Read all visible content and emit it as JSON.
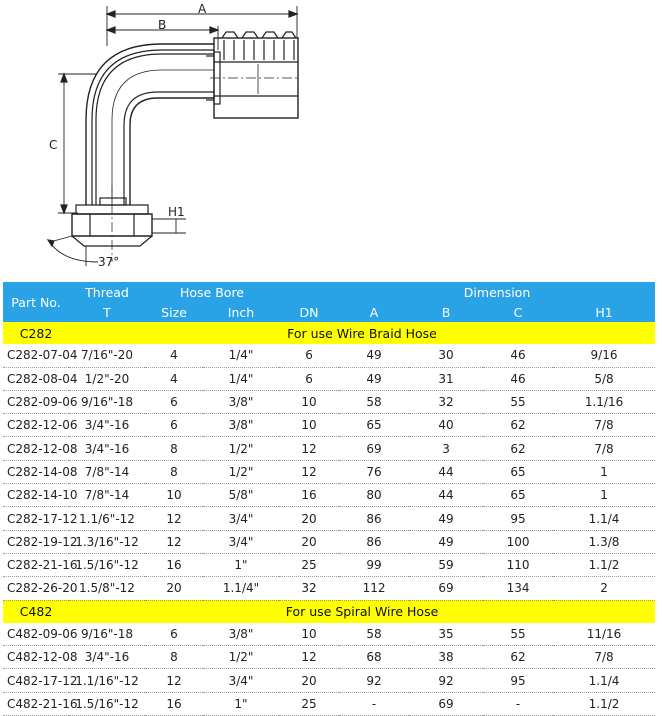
{
  "drawing": {
    "dimension_labels": {
      "a": "A",
      "b": "B",
      "c": "C",
      "h1": "H1",
      "angle": "37°"
    }
  },
  "table": {
    "header": {
      "part_no": "Part No.",
      "thread": "Thread",
      "thread_sub": "T",
      "hose_bore": "Hose Bore",
      "size": "Size",
      "inch": "Inch",
      "dn": "DN",
      "dimension": "Dimension",
      "a": "A",
      "b": "B",
      "c": "C",
      "h1": "H1"
    },
    "groups": [
      {
        "series": "C282",
        "description": "For use Wire Braid Hose",
        "rows": [
          [
            "C282-07-04",
            "7/16\"-20",
            "4",
            "1/4\"",
            "6",
            "49",
            "30",
            "46",
            "9/16"
          ],
          [
            "C282-08-04",
            "1/2\"-20",
            "4",
            "1/4\"",
            "6",
            "49",
            "31",
            "46",
            "5/8"
          ],
          [
            "C282-09-06",
            "9/16\"-18",
            "6",
            "3/8\"",
            "10",
            "58",
            "32",
            "55",
            "1.1/16"
          ],
          [
            "C282-12-06",
            "3/4\"-16",
            "6",
            "3/8\"",
            "10",
            "65",
            "40",
            "62",
            "7/8"
          ],
          [
            "C282-12-08",
            "3/4\"-16",
            "8",
            "1/2\"",
            "12",
            "69",
            "3",
            "62",
            "7/8"
          ],
          [
            "C282-14-08",
            "7/8\"-14",
            "8",
            "1/2\"",
            "12",
            "76",
            "44",
            "65",
            "1"
          ],
          [
            "C282-14-10",
            "7/8\"-14",
            "10",
            "5/8\"",
            "16",
            "80",
            "44",
            "65",
            "1"
          ],
          [
            "C282-17-12",
            "1.1/6\"-12",
            "12",
            "3/4\"",
            "20",
            "86",
            "49",
            "95",
            "1.1/4"
          ],
          [
            "C282-19-12",
            "1.3/16\"-12",
            "12",
            "3/4\"",
            "20",
            "86",
            "49",
            "100",
            "1.3/8"
          ],
          [
            "C282-21-16",
            "1.5/16\"-12",
            "16",
            "1\"",
            "25",
            "99",
            "59",
            "110",
            "1.1/2"
          ],
          [
            "C282-26-20",
            "1.5/8\"-12",
            "20",
            "1.1/4\"",
            "32",
            "112",
            "69",
            "134",
            "2"
          ]
        ]
      },
      {
        "series": "C482",
        "description": "For use Spiral Wire Hose",
        "rows": [
          [
            "C482-09-06",
            "9/16\"-18",
            "6",
            "3/8\"",
            "10",
            "58",
            "35",
            "55",
            "11/16"
          ],
          [
            "C482-12-08",
            "3/4\"-16",
            "8",
            "1/2\"",
            "12",
            "68",
            "38",
            "62",
            "7/8"
          ],
          [
            "C482-17-12",
            "1.1/16\"-12",
            "12",
            "3/4\"",
            "20",
            "92",
            "92",
            "95",
            "1.1/4"
          ],
          [
            "C482-21-16",
            "1.5/16\"-12",
            "16",
            "1\"",
            "25",
            "-",
            "69",
            "-",
            "1.1/2"
          ]
        ]
      }
    ]
  }
}
